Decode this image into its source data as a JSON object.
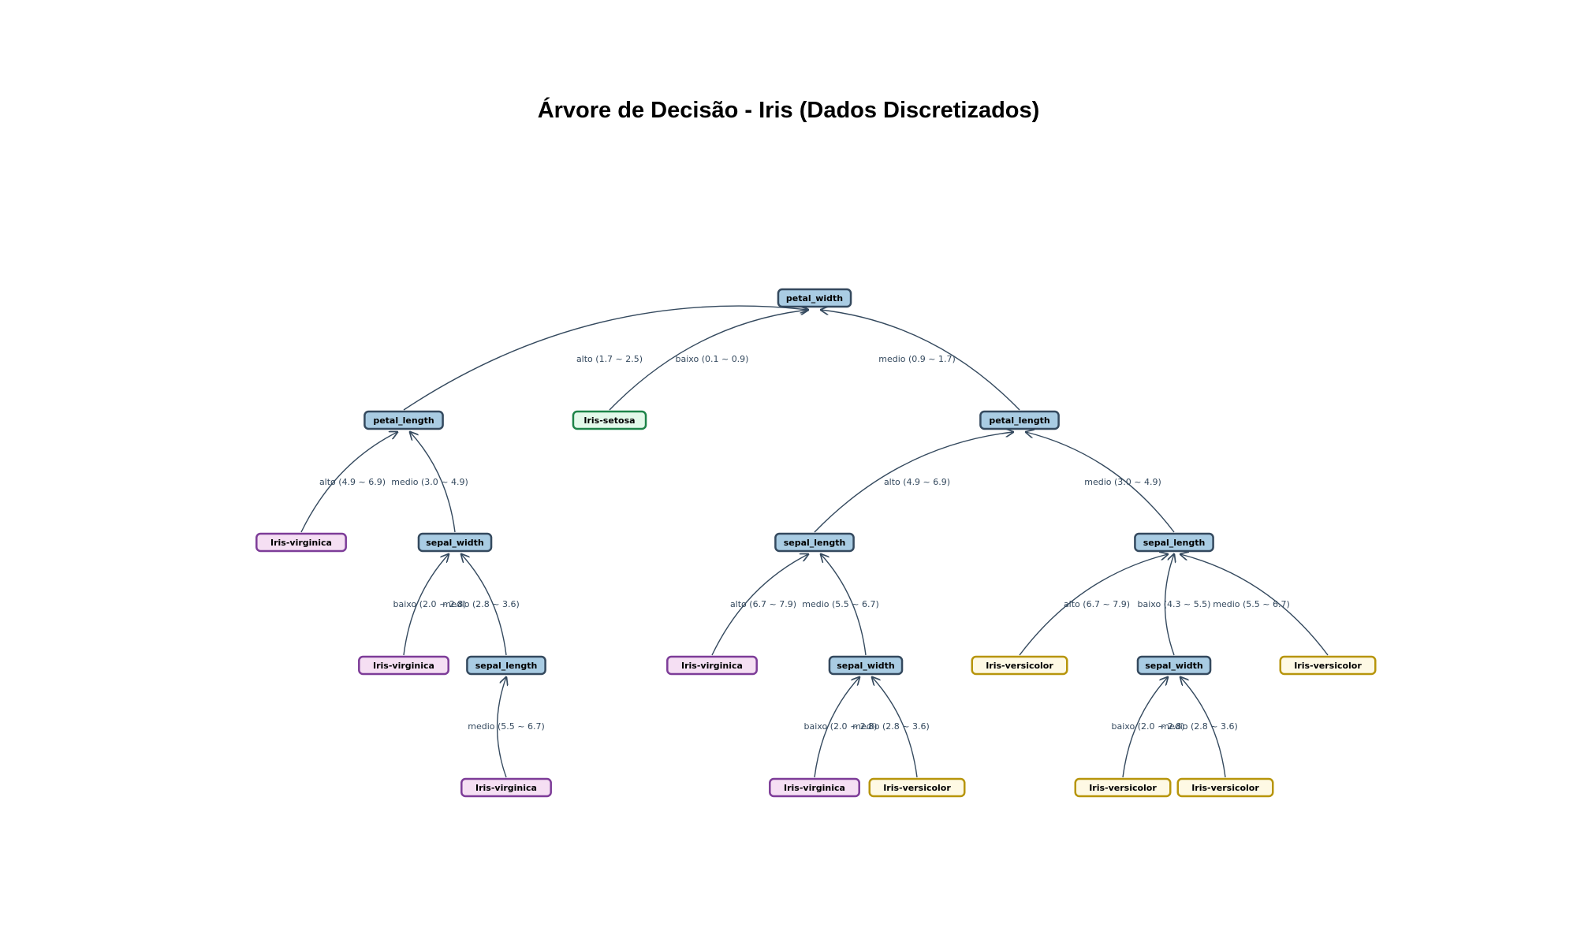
{
  "title": "Árvore de Decisão - Iris (Dados Discretizados)",
  "colors": {
    "internal_fill": "#a9cce3",
    "internal_stroke": "#34495e",
    "virginica_fill": "#f5dff3",
    "virginica_stroke": "#7d3c98",
    "setosa_fill": "#e3f9ea",
    "setosa_stroke": "#1e8449",
    "versicolor_fill": "#fef9e4",
    "versicolor_stroke": "#b7950b",
    "edge": "#34495e"
  },
  "nodes": [
    {
      "id": "n0",
      "label": "petal_width",
      "kind": "internal"
    },
    {
      "id": "n1",
      "label": "petal_length",
      "kind": "internal"
    },
    {
      "id": "n2",
      "label": "Iris-setosa",
      "kind": "setosa"
    },
    {
      "id": "n3",
      "label": "petal_length",
      "kind": "internal"
    },
    {
      "id": "n4",
      "label": "Iris-virginica",
      "kind": "virginica"
    },
    {
      "id": "n5",
      "label": "sepal_width",
      "kind": "internal"
    },
    {
      "id": "n6",
      "label": "sepal_length",
      "kind": "internal"
    },
    {
      "id": "n7",
      "label": "sepal_length",
      "kind": "internal"
    },
    {
      "id": "n8",
      "label": "Iris-virginica",
      "kind": "virginica"
    },
    {
      "id": "n9",
      "label": "sepal_length",
      "kind": "internal"
    },
    {
      "id": "n10",
      "label": "Iris-virginica",
      "kind": "virginica"
    },
    {
      "id": "n11",
      "label": "sepal_width",
      "kind": "internal"
    },
    {
      "id": "n12",
      "label": "Iris-versicolor",
      "kind": "versicolor"
    },
    {
      "id": "n13",
      "label": "sepal_width",
      "kind": "internal"
    },
    {
      "id": "n14",
      "label": "Iris-versicolor",
      "kind": "versicolor"
    },
    {
      "id": "n15",
      "label": "Iris-virginica",
      "kind": "virginica"
    },
    {
      "id": "n16",
      "label": "Iris-virginica",
      "kind": "virginica"
    },
    {
      "id": "n17",
      "label": "Iris-versicolor",
      "kind": "versicolor"
    },
    {
      "id": "n18",
      "label": "Iris-versicolor",
      "kind": "versicolor"
    },
    {
      "id": "n19",
      "label": "Iris-versicolor",
      "kind": "versicolor"
    }
  ],
  "edges": [
    {
      "from": "n1",
      "to": "n0",
      "label": "alto (1.7 ~ 2.5)"
    },
    {
      "from": "n2",
      "to": "n0",
      "label": "baixo (0.1 ~ 0.9)"
    },
    {
      "from": "n3",
      "to": "n0",
      "label": "medio (0.9 ~ 1.7)"
    },
    {
      "from": "n4",
      "to": "n1",
      "label": "alto (4.9 ~ 6.9)"
    },
    {
      "from": "n5",
      "to": "n1",
      "label": "medio (3.0 ~ 4.9)"
    },
    {
      "from": "n7",
      "to": "n3",
      "label": "alto (4.9 ~ 6.9)"
    },
    {
      "from": "n6",
      "to": "n3",
      "label": "medio (3.0 ~ 4.9)"
    },
    {
      "from": "n8",
      "to": "n5",
      "label": "baixo (2.0 ~ 2.8)"
    },
    {
      "from": "n9",
      "to": "n5",
      "label": "medio (2.8 ~ 3.6)"
    },
    {
      "from": "n10",
      "to": "n7",
      "label": "alto (6.7 ~ 7.9)"
    },
    {
      "from": "n11",
      "to": "n7",
      "label": "medio (5.5 ~ 6.7)"
    },
    {
      "from": "n12",
      "to": "n6",
      "label": "alto (6.7 ~ 7.9)"
    },
    {
      "from": "n13",
      "to": "n6",
      "label": "baixo (4.3 ~ 5.5)"
    },
    {
      "from": "n14",
      "to": "n6",
      "label": "medio (5.5 ~ 6.7)"
    },
    {
      "from": "n15",
      "to": "n9",
      "label": "medio (5.5 ~ 6.7)"
    },
    {
      "from": "n16",
      "to": "n11",
      "label": "baixo (2.0 ~ 2.8)"
    },
    {
      "from": "n17",
      "to": "n11",
      "label": "medio (2.8 ~ 3.6)"
    },
    {
      "from": "n18",
      "to": "n13",
      "label": "baixo (2.0 ~ 2.8)"
    },
    {
      "from": "n19",
      "to": "n13",
      "label": "medio (2.8 ~ 3.6)"
    }
  ]
}
